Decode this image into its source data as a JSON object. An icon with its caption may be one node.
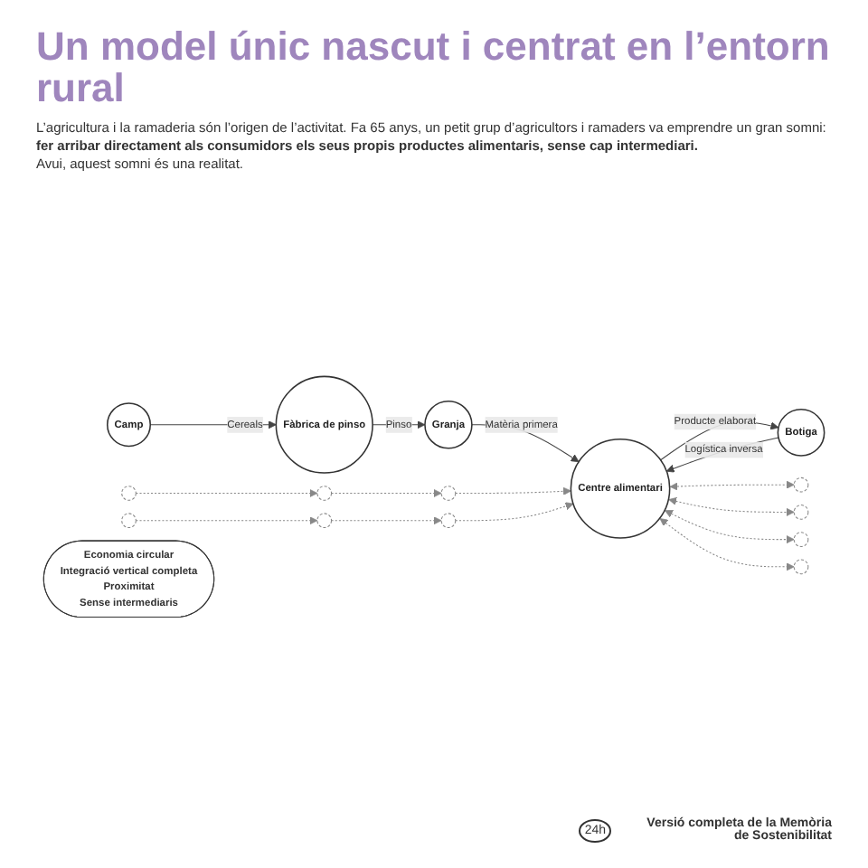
{
  "diagram": {
    "title": "Un model únic nascut i centrat en l’entorn rural",
    "nodes": [
      {
        "text": [
          "Camp"
        ]
      },
      {
        "text": [
          "Fàbrica de pinso"
        ]
      },
      {
        "text": [
          "Granja"
        ]
      },
      {
        "text": [
          "Centre alimentari"
        ]
      },
      {
        "text": [
          "Botiga"
        ]
      },
      {
        "text": [],
        "shape": "circle"
      },
      {
        "text": [],
        "shape": "circle"
      },
      {
        "text": [],
        "shape": "circle"
      },
      {
        "text": [],
        "shape": "circle"
      },
      {
        "text": [],
        "shape": "circle"
      },
      {
        "text": [],
        "shape": "circle"
      },
      {
        "text": [],
        "shape": "circle"
      },
      {
        "text": [],
        "shape": "circle"
      },
      {
        "text": [],
        "shape": "circle"
      },
      {
        "text": [],
        "shape": "circle"
      },
      {
        "text": [
          "Economia circular",
          "Integració vertical completa",
          "Proximitat",
          "Sense intermediaris"
        ]
      }
    ],
    "edges": [
      {
        "from": 0,
        "to": 1,
        "arrow": "to",
        "label": "Cereals"
      },
      {
        "from": 1,
        "to": 2,
        "arrow": "to",
        "label": "Pinso"
      },
      {
        "from": 2,
        "to": 3,
        "arrow": "to",
        "label": "Matèria primera"
      },
      {
        "from": 3,
        "to": 4,
        "arrow": "to",
        "label": "Producte elaborat"
      },
      {
        "from": 4,
        "to": 3,
        "arrow": "to",
        "label": "Logística inversa"
      },
      {
        "from": 5,
        "to": 6,
        "arrow": "to",
        "style": "dashed"
      },
      {
        "from": 6,
        "to": 7,
        "arrow": "to",
        "style": "dashed"
      },
      {
        "from": 7,
        "to": 3,
        "arrow": "to",
        "style": "dashed"
      },
      {
        "from": 8,
        "to": 9,
        "arrow": "to",
        "style": "dashed"
      },
      {
        "from": 9,
        "to": 10,
        "arrow": "to",
        "style": "dashed"
      },
      {
        "from": 10,
        "to": 3,
        "arrow": "to",
        "style": "dashed"
      },
      {
        "from": 3,
        "to": 11,
        "arrow": "both",
        "style": "dashed"
      },
      {
        "from": 3,
        "to": 12,
        "arrow": "both",
        "style": "dashed"
      },
      {
        "from": 3,
        "to": 13,
        "arrow": "both",
        "style": "dashed"
      },
      {
        "from": 3,
        "to": 14,
        "arrow": "both",
        "style": "dashed"
      }
    ],
    "labels": [
      "L’agricultura i la ramaderia són l’origen de l’activitat. Fa 65 anys, un petit grup d’agricultors i ramaders va emprendre un gran somni: **fer arribar directament als consumidors els seus propis productes alimentaris, sense cap intermediari.**",
      "Avui, aquest somni és una realitat.",
      "24h",
      "Versió completa de la Memòria de Sostenibilitat"
    ]
  }
}
